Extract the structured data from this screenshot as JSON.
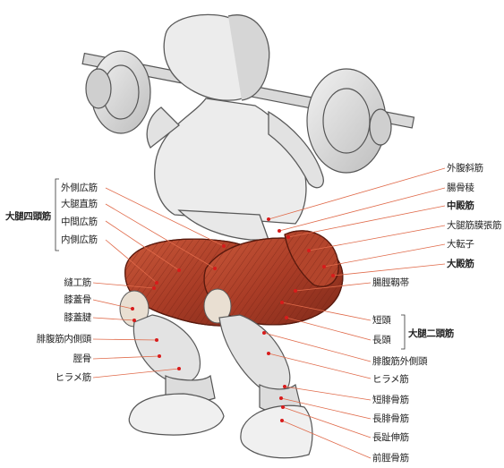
{
  "left_group": {
    "group_label": "大腿四頭筋",
    "items": [
      "外側広筋",
      "大腿直筋",
      "中間広筋",
      "内側広筋"
    ]
  },
  "left_labels": [
    "縫工筋",
    "膝蓋骨",
    "膝蓋腱",
    "腓腹筋内側頭",
    "脛骨",
    "ヒラメ筋"
  ],
  "right_top_labels": [
    "外腹斜筋",
    "腸骨稜",
    "中殿筋",
    "大腿筋膜張筋",
    "大転子",
    "大殿筋",
    "腸脛靱帯"
  ],
  "right_group": {
    "group_label": "大腿二頭筋",
    "items": [
      "短頭",
      "長頭"
    ]
  },
  "right_bottom_labels": [
    "腓腹筋外側頭",
    "ヒラメ筋",
    "短腓骨筋",
    "長腓骨筋",
    "長趾伸筋",
    "前脛骨筋"
  ],
  "colors": {
    "muscle": "#b5482f",
    "muscle_dark": "#7e2a1a",
    "leader_line": "#e06a4a",
    "point": "#d81b1b",
    "sketch": "#5a5a5a",
    "text": "#222222"
  }
}
